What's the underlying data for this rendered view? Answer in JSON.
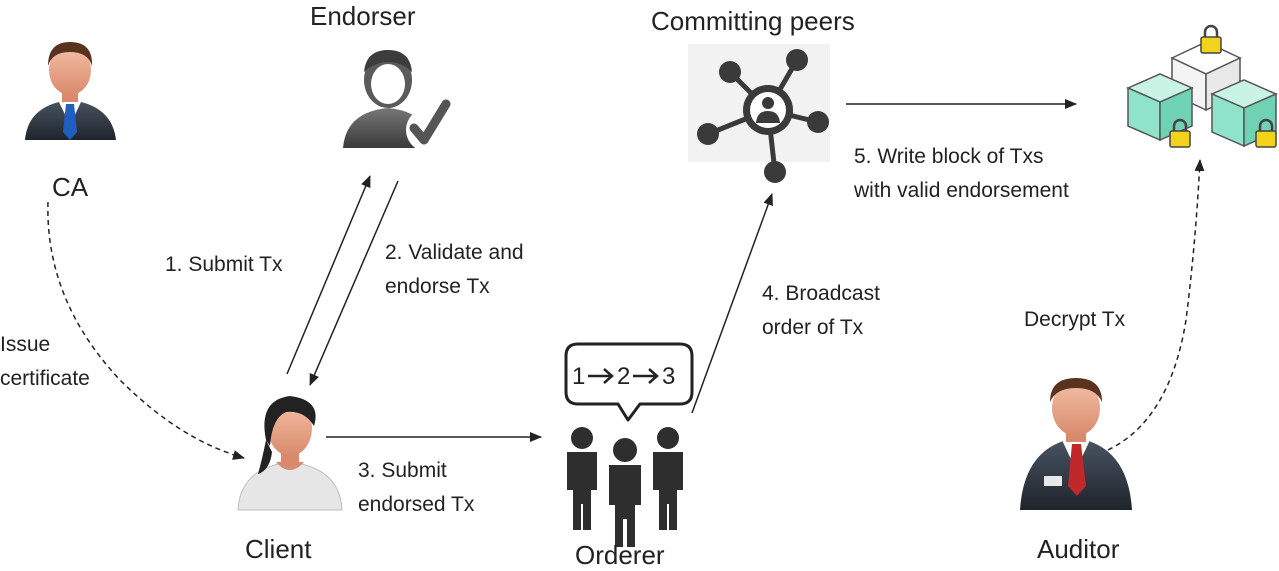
{
  "nodes": {
    "ca": "CA",
    "endorser": "Endorser",
    "committing_peers": "Committing peers",
    "client": "Client",
    "orderer": "Orderer",
    "auditor": "Auditor"
  },
  "steps": {
    "issue": [
      "Issue",
      "certificate"
    ],
    "submit_tx": "1. Submit Tx",
    "validate": [
      "2. Validate and",
      "endorse Tx"
    ],
    "submit_endorsed": [
      "3. Submit",
      "endorsed Tx"
    ],
    "broadcast": [
      "4. Broadcast",
      "order of Tx"
    ],
    "write_block": [
      "5. Write block of Txs",
      "with valid endorsement"
    ],
    "decrypt": "Decrypt Tx"
  },
  "order_sequence": [
    "1",
    "2",
    "3"
  ],
  "icons": {
    "ca": "businessman-icon",
    "endorser": "user-check-icon",
    "committing_peers": "network-hub-icon",
    "ledger": "locked-blocks-icon",
    "client": "woman-user-icon",
    "orderer": "group-people-icon",
    "order_bubble": "speech-bubble-icon",
    "auditor": "businessman-red-tie-icon"
  },
  "colors": {
    "suit": "#2e3440",
    "skin": "#e8a48a",
    "ca_tie": "#1f5fbf",
    "auditor_tie": "#c0282a",
    "grey_icon": "#555555",
    "block_green": "#8fe3c8",
    "lock_yellow": "#f2d21b"
  }
}
